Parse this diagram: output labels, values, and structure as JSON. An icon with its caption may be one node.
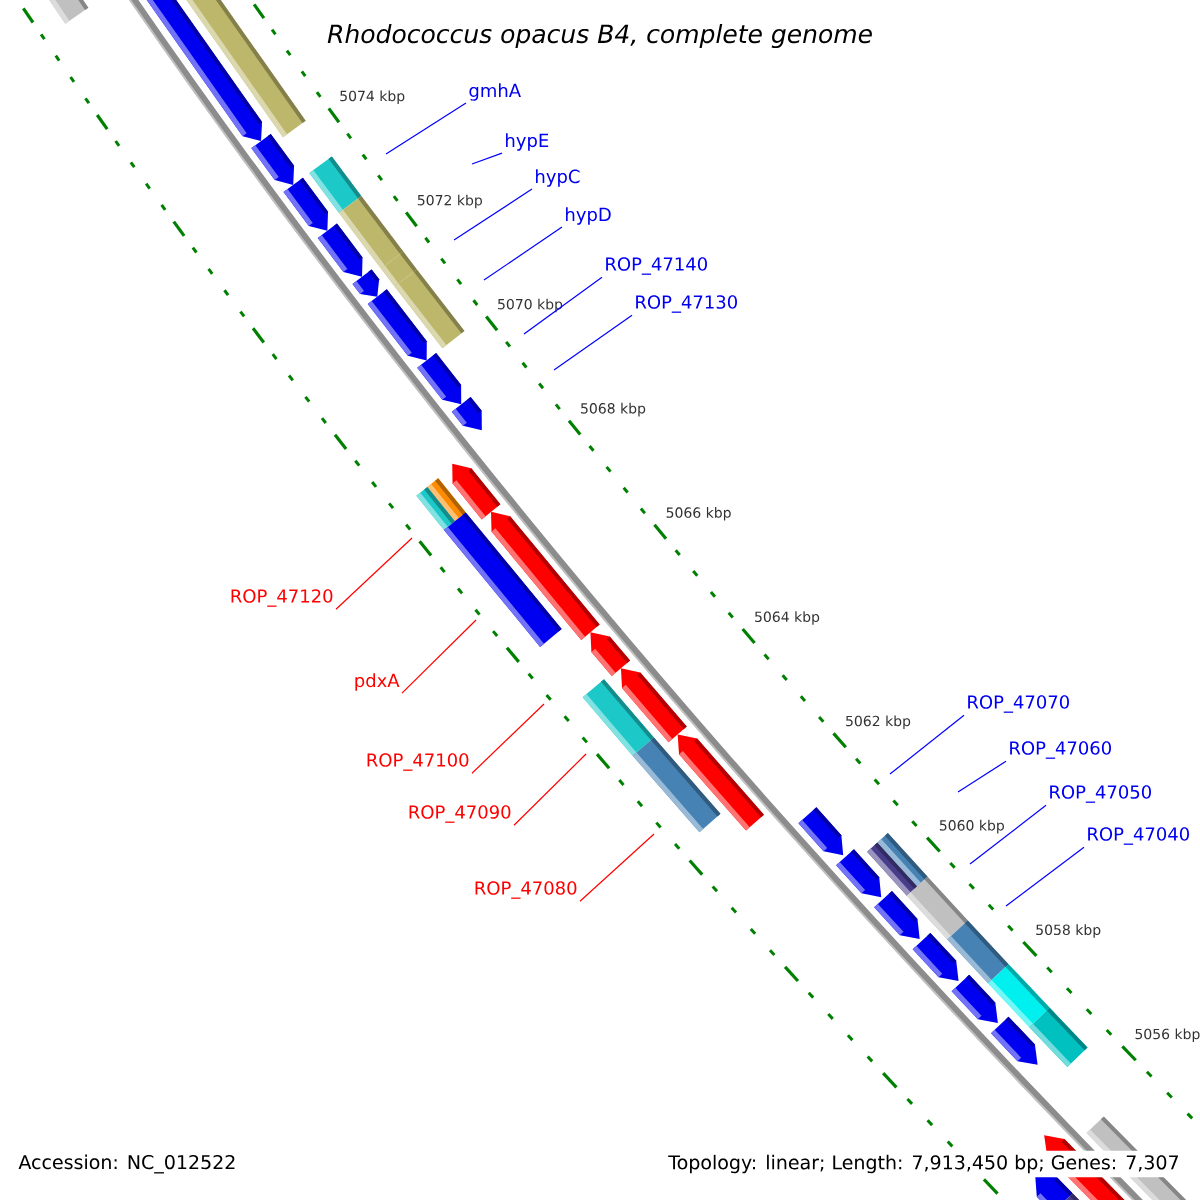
{
  "diagram": {
    "title": "Rhodococcus opacus B4, complete genome",
    "nodes": [
      {
        "text": [
          "gmhA"
        ]
      },
      {
        "text": [
          "hypE"
        ]
      },
      {
        "text": [
          "hypC"
        ]
      },
      {
        "text": [
          "hypD"
        ]
      },
      {
        "text": [
          "ROP_47140"
        ]
      },
      {
        "text": [
          "ROP_47130"
        ]
      },
      {
        "text": [
          "ROP_47120"
        ]
      },
      {
        "text": [
          "pdxA"
        ]
      },
      {
        "text": [
          "ROP_47100"
        ]
      },
      {
        "text": [
          "ROP_47090"
        ]
      },
      {
        "text": [
          "ROP_47080"
        ]
      },
      {
        "text": [
          "ROP_47070"
        ]
      },
      {
        "text": [
          "ROP_47060"
        ]
      },
      {
        "text": [
          "ROP_47050"
        ]
      },
      {
        "text": [
          "ROP_47040"
        ]
      }
    ],
    "edges": [
      {
        "from": 0,
        "to": null,
        "arrow": "none"
      },
      {
        "from": 1,
        "to": null,
        "arrow": "none"
      },
      {
        "from": 2,
        "to": null,
        "arrow": "none"
      },
      {
        "from": 3,
        "to": null,
        "arrow": "none"
      },
      {
        "from": 4,
        "to": null,
        "arrow": "none"
      },
      {
        "from": 5,
        "to": null,
        "arrow": "none"
      },
      {
        "from": 6,
        "to": null,
        "arrow": "none",
        "color": "#ff0000"
      },
      {
        "from": 7,
        "to": null,
        "arrow": "none",
        "color": "#ff0000"
      },
      {
        "from": 8,
        "to": null,
        "arrow": "none",
        "color": "#ff0000"
      },
      {
        "from": 9,
        "to": null,
        "arrow": "none",
        "color": "#ff0000"
      },
      {
        "from": 10,
        "to": null,
        "arrow": "none",
        "color": "#ff0000"
      },
      {
        "from": 11,
        "to": null,
        "arrow": "none"
      },
      {
        "from": 12,
        "to": null,
        "arrow": "none"
      },
      {
        "from": 13,
        "to": null,
        "arrow": "none"
      },
      {
        "from": 14,
        "to": null,
        "arrow": "none"
      }
    ],
    "labels": [
      "5074 kbp",
      "5072 kbp",
      "5070 kbp",
      "5068 kbp",
      "5066 kbp",
      "5064 kbp",
      "5062 kbp",
      "5060 kbp",
      "5058 kbp",
      "5056 kbp",
      "Accession: NC_012522",
      "Topology: linear; Length: 7,913,450 bp; Genes: 7,307"
    ]
  }
}
